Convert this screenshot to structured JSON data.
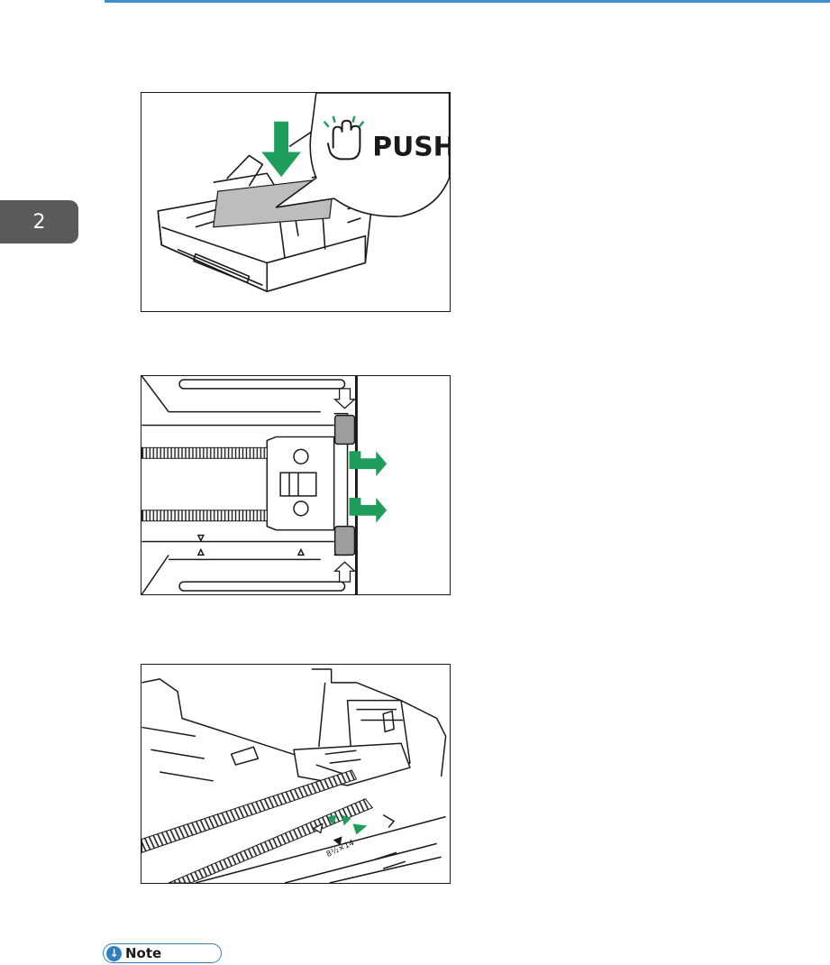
{
  "chapter": {
    "number": "2"
  },
  "figures": {
    "push_label": "PUSH",
    "size_mark": "8½×14"
  },
  "note": {
    "label": "Note",
    "icon": "down-arrow-circle-icon"
  },
  "colors": {
    "accent": "#3a8fd0",
    "arrow_green": "#1e9e5a",
    "tab_gray": "#5a5a5a"
  }
}
